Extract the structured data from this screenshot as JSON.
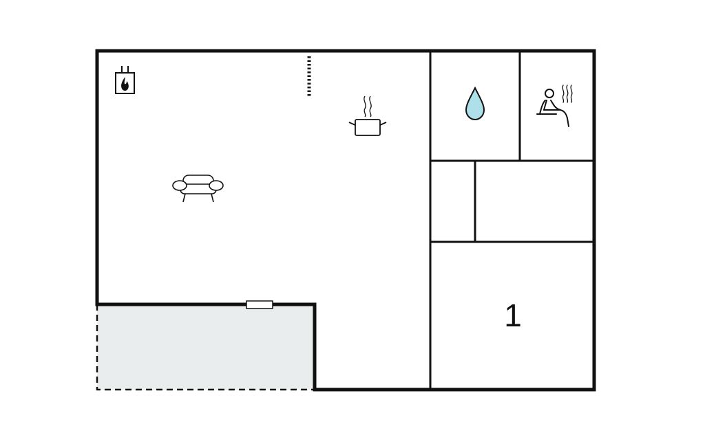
{
  "colors": {
    "wall": "#111111",
    "terrace_fill": "#e9eded",
    "water_drop": "#aee0ea",
    "background": "#ffffff"
  },
  "rooms": [
    {
      "id": "living-kitchen",
      "icons": [
        "fireplace-icon",
        "sofa-icon",
        "cooking-pot-icon",
        "stairs-icon"
      ]
    },
    {
      "id": "bathroom",
      "icons": [
        "water-drop-icon"
      ]
    },
    {
      "id": "sauna",
      "icons": [
        "sauna-icon"
      ]
    },
    {
      "id": "closet-small"
    },
    {
      "id": "closet-large"
    },
    {
      "id": "bedroom",
      "label": "1"
    }
  ],
  "terrace": {
    "style": "dashed",
    "icons": [
      "window-icon"
    ]
  }
}
